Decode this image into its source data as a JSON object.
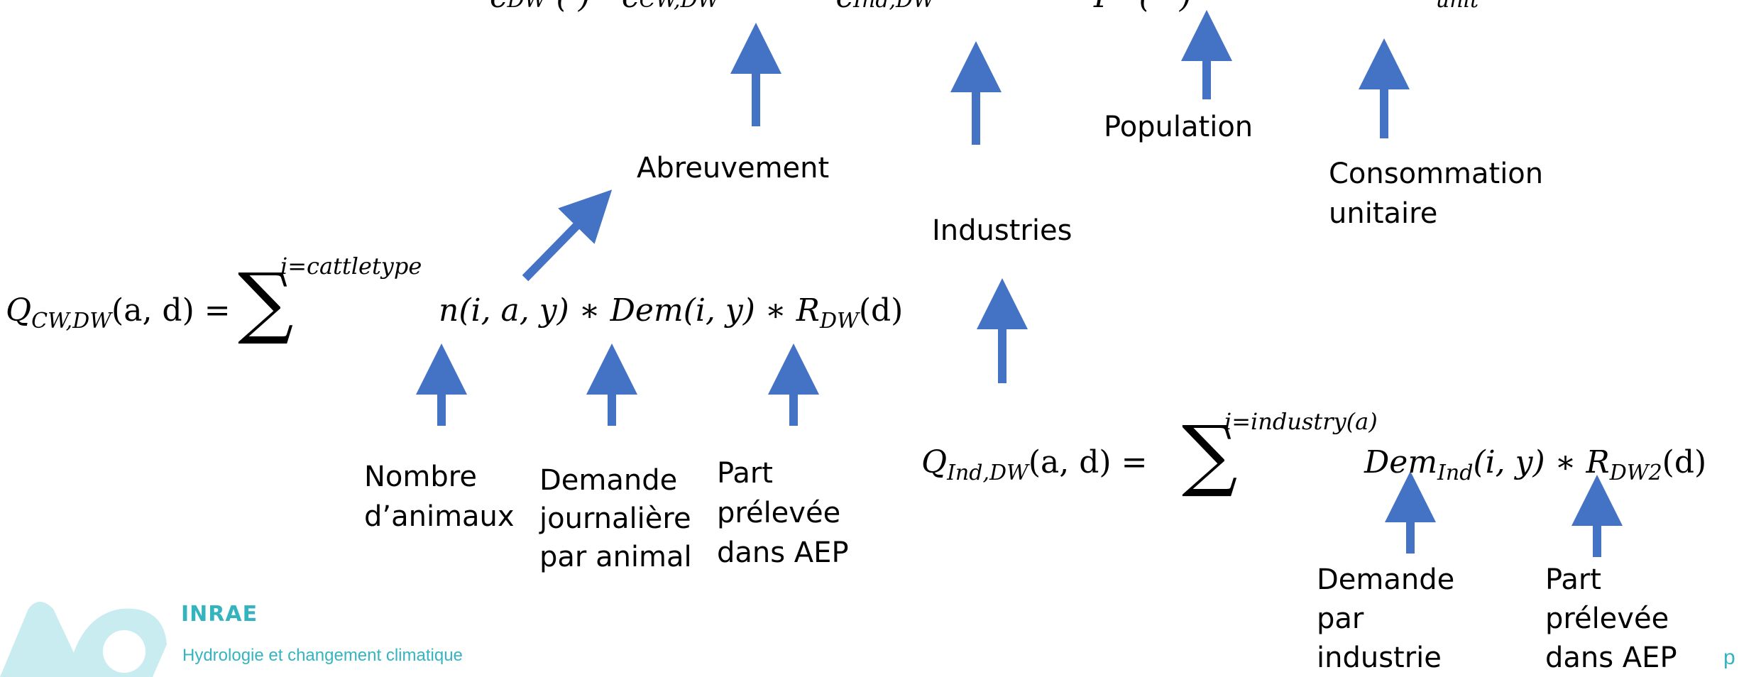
{
  "labels": {
    "abreuvement": "Abreuvement",
    "industries": "Industries",
    "population": "Population",
    "consommation_line1": "Consommation",
    "consommation_line2": "unitaire",
    "nombre_line1": "Nombre",
    "nombre_line2": "d’animaux",
    "demande_animal_line1": "Demande",
    "demande_animal_line2": "journalière",
    "demande_animal_line3": "par animal",
    "part1_line1": "Part",
    "part1_line2": "prélevée",
    "part1_line3": "dans AEP",
    "demande_ind_line1": "Demande",
    "demande_ind_line2": "par",
    "demande_ind_line3": "industrie",
    "part2_line1": "Part",
    "part2_line2": "prélevée",
    "part2_line3": "dans AEP"
  },
  "equations": {
    "top_partial": "Q_DW(a,d) = Q_CW,DW(a,d) + Q_Ind,DW(a,d) + Pop(a,y) * C_unit",
    "eq1_lhs": "Q",
    "eq1_lhs_sub": "CW,DW",
    "eq1_args": "(a, d) =",
    "eq1_sum_sup": "i=cattletype",
    "eq1_rhs": "n(i, a, y) ∗ Dem(i, y) ∗ R",
    "eq1_rhs_sub": "DW",
    "eq1_rhs_end": "(d)",
    "eq2_lhs": "Q",
    "eq2_lhs_sub": "Ind,DW",
    "eq2_args": "(a, d) =",
    "eq2_sum_sup": "i=industry(a)",
    "eq2_rhs1": "Dem",
    "eq2_rhs1_sub": "Ind",
    "eq2_rhs2": "(i, y) ∗ R",
    "eq2_rhs2_sub": "DW2",
    "eq2_rhs_end": "(d)"
  },
  "footer": {
    "brand": "INRAE",
    "subtitle": "Hydrologie et changement climatique",
    "page": "p"
  },
  "colors": {
    "arrow": "#4472c4",
    "brand": "#35b4bf",
    "logo_light": "#c8ecef"
  }
}
